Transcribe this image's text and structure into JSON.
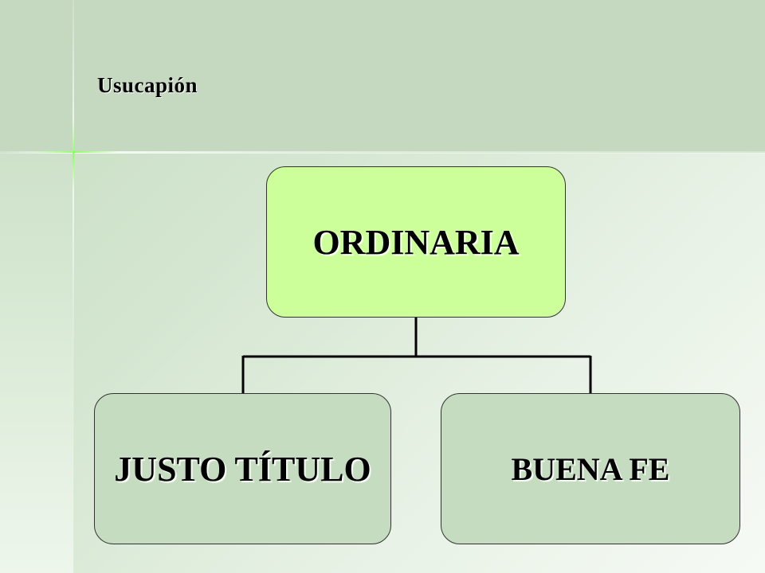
{
  "slide": {
    "title": "Usucapión"
  },
  "diagram": {
    "root": {
      "label": "ORDINARIA"
    },
    "children": [
      {
        "label": "JUSTO TÍTULO"
      },
      {
        "label": "BUENA FE"
      }
    ]
  },
  "colors": {
    "root_fill": "#ccff99",
    "child_fill": "#c5dcc0",
    "background": "#c5d9c0",
    "connector": "#000000"
  }
}
